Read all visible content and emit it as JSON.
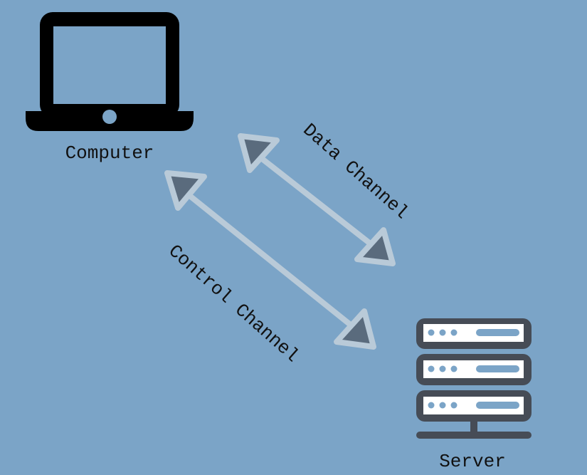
{
  "diagram": {
    "title": "Computer and Server communication channels",
    "nodes": [
      {
        "id": "computer",
        "label": "Computer",
        "icon": "laptop-icon"
      },
      {
        "id": "server",
        "label": "Server",
        "icon": "server-icon"
      }
    ],
    "edges": [
      {
        "id": "data-channel",
        "label": "Data Channel",
        "from": "computer",
        "to": "server",
        "direction": "bidirectional"
      },
      {
        "id": "control-channel",
        "label": "Control Channel",
        "from": "computer",
        "to": "server",
        "direction": "bidirectional"
      }
    ]
  },
  "colors": {
    "background": "#7ba4c7",
    "laptop": "#000000",
    "server_frame": "#464c56",
    "server_panel": "#ffffff",
    "server_indicator": "#7ba4c7",
    "arrow_stroke": "#b9cad8",
    "arrow_fill": "#5a6b7d",
    "text": "#111111"
  }
}
